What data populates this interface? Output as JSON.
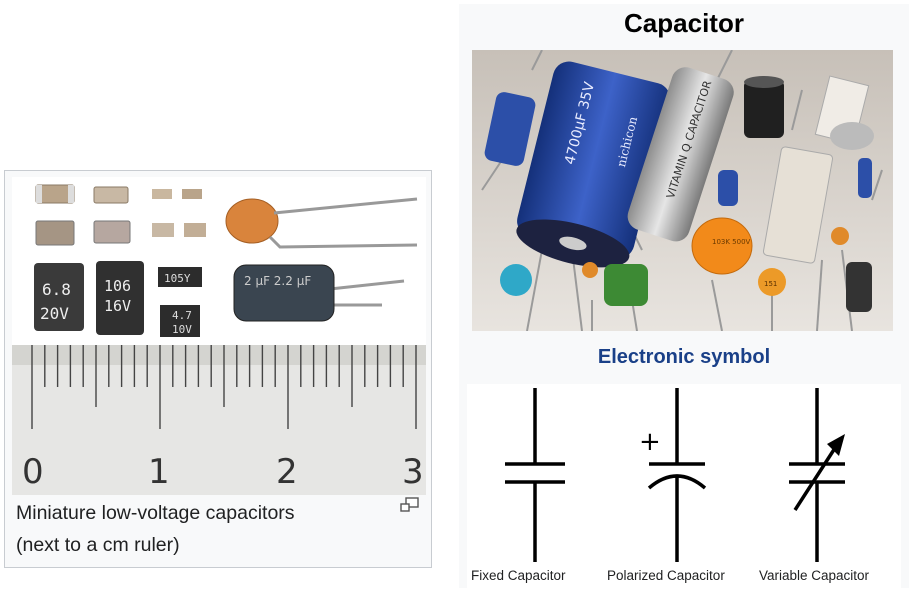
{
  "thumbnail": {
    "caption_line1": "Miniature low-voltage capacitors",
    "caption_line2": "(next to a cm ruler)",
    "magnify_icon": "magnify-clip-icon",
    "ruler_numbers": [
      "0",
      "1",
      "2",
      "3"
    ],
    "component_labels": {
      "tantalum_a": [
        "6.8",
        "20V"
      ],
      "tantalum_b": [
        "106",
        "16V"
      ],
      "smd_small_a": "105Y",
      "smd_small_b": [
        "4.7",
        "10V"
      ],
      "electrolytic": "2 µF  2.2 µF"
    }
  },
  "infobox": {
    "title": "Capacitor",
    "photo_labels": {
      "big_blue": "4700µF 35V",
      "big_blue_brand": "nichicon",
      "silver": "VITAMIN Q CAPACITOR",
      "orange_disc": "103K 500V",
      "small_orange": "151"
    },
    "subheader": "Electronic symbol",
    "symbols": [
      {
        "label": "Fixed Capacitor"
      },
      {
        "label": "Polarized Capacitor",
        "polarity_mark": "+"
      },
      {
        "label": "Variable Capacitor"
      }
    ]
  },
  "colors": {
    "subheader_blue": "#1a4088",
    "infobox_bg": "#f8f9fa",
    "border": "#c8ccd1",
    "capacitor_blue": "#1f3f9a"
  }
}
